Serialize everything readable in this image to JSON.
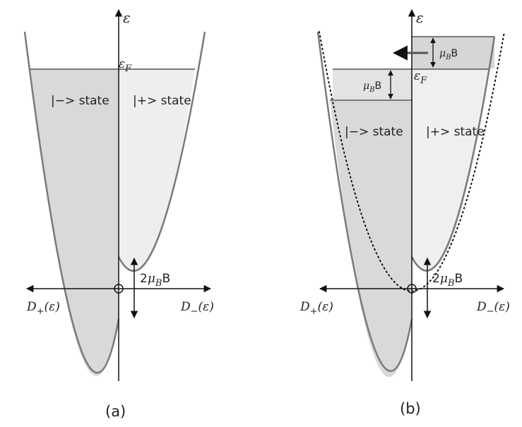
{
  "colors": {
    "background": "#ffffff",
    "fill_gray": "#d9d9d9",
    "fill_light": "#eeeeee",
    "curve": "#7a7a7a",
    "axis": "#111111",
    "dotted": "#111111"
  },
  "panels": {
    "a": {
      "epsilon_label": "ε",
      "fermi_label": "ε",
      "fermi_sub": "F",
      "minus_state": "|−> state",
      "plus_state": "|+> state",
      "split_prefix": "2",
      "split_mu": "μ",
      "split_sub": "B",
      "split_suffix": "B",
      "d_plus": "D",
      "d_plus_sub": "+",
      "d_plus_arg": "(ε)",
      "d_minus": "D",
      "d_minus_sub": "−",
      "d_minus_arg": "(ε)",
      "caption": "(a)"
    },
    "b": {
      "epsilon_label": "ε",
      "fermi_label": "ε",
      "fermi_sub": "F",
      "minus_state": "|−> state",
      "plus_state": "|+> state",
      "mu_upper": "μ",
      "mu_upper_sub": "B",
      "mu_upper_suffix": "B",
      "mu_lower": "μ",
      "mu_lower_sub": "B",
      "mu_lower_suffix": "B",
      "split_prefix": "2",
      "split_mu": "μ",
      "split_sub": "B",
      "split_suffix": "B",
      "d_plus": "D",
      "d_plus_sub": "+",
      "d_plus_arg": "(ε)",
      "d_minus": "D",
      "d_minus_sub": "−",
      "d_minus_arg": "(ε)",
      "caption": "(b)"
    }
  }
}
